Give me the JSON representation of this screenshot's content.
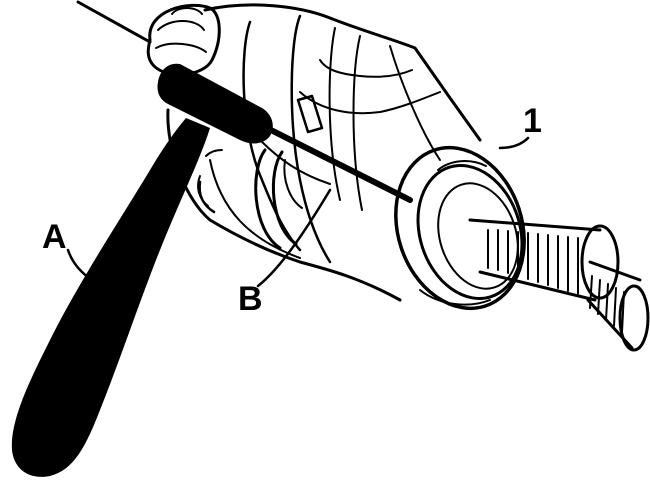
{
  "callouts": {
    "a": "A",
    "b": "B",
    "one": "1"
  },
  "colors": {
    "ink": "#000000",
    "paper": "#ffffff"
  }
}
